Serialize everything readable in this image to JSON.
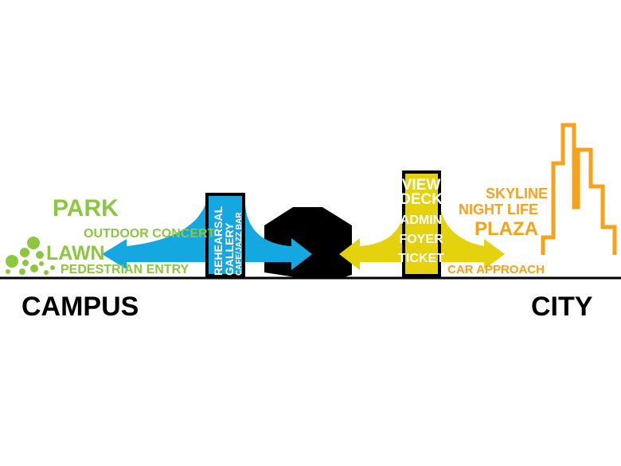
{
  "colors": {
    "green": "#8DC63F",
    "blue": "#14A7E0",
    "yellow": "#E5D20E",
    "orange": "#F7A21B",
    "black": "#000000"
  },
  "campus": {
    "label": "CAMPUS",
    "items": {
      "park": "PARK",
      "outdoor_concert": "OUTDOOR CONCERT",
      "lawn": "LAWN",
      "pedestrian_entry": "PEDESTRIAN ENTRY"
    },
    "tower_lines": [
      "REHEARSAL",
      "GALLERY",
      "CAFE/JAZZ BAR"
    ]
  },
  "city": {
    "label": "CITY",
    "items": {
      "skyline": "SKYLINE",
      "night_life": "NIGHT LIFE",
      "plaza": "PLAZA",
      "car_approach": "CAR APPROACH"
    },
    "tower_lines": [
      "VIEW",
      "DECK",
      "ADMIN",
      "FOYER",
      "TICKET"
    ]
  }
}
